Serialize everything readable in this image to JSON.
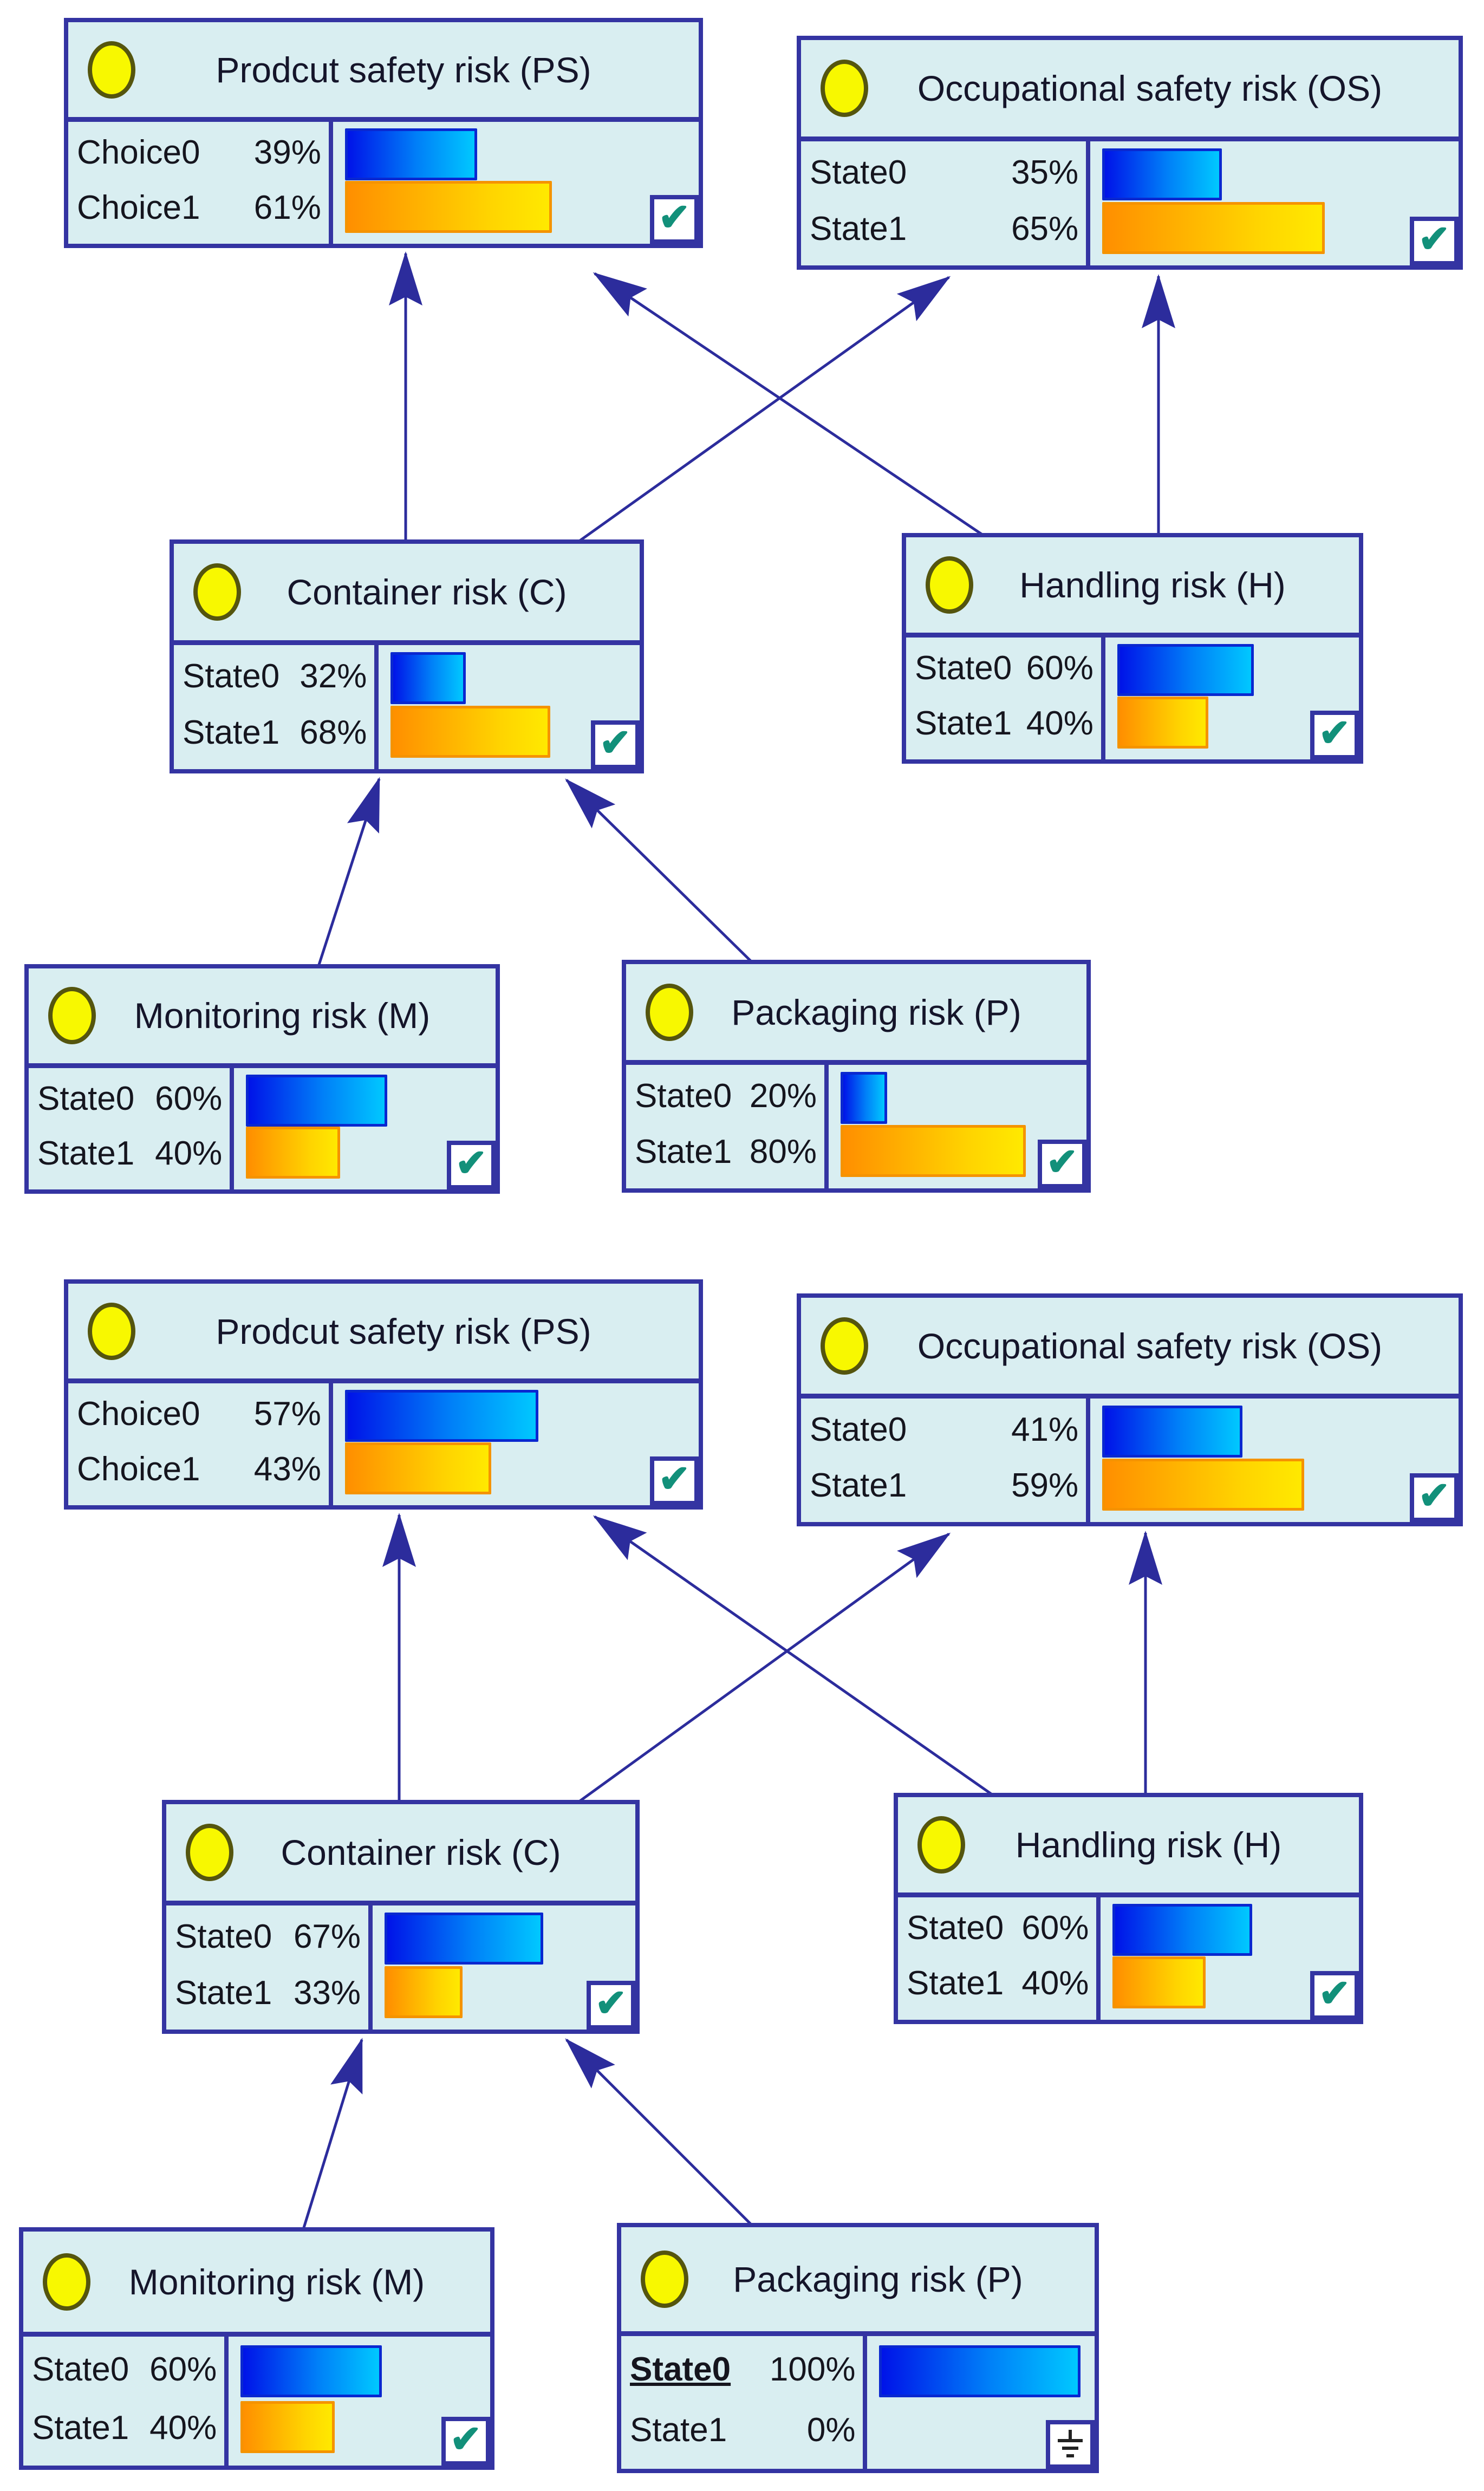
{
  "diagram_type": "bayesian-network",
  "colors": {
    "node_fill": "#d9eef1",
    "node_border": "#3434a2",
    "arrow": "#2c2c9c",
    "circle_icon": "#f8f800",
    "bar_blue_start": "#0013e8",
    "bar_blue_end": "#00c8ff",
    "bar_orange_start": "#ff8f00",
    "bar_orange_end": "#ffe900",
    "check": "#12907a"
  },
  "icons": {
    "node_circle": "yellow-ellipse",
    "confirmed": "teal-check ✔",
    "evidence": "ground-symbol"
  },
  "edges": [
    {
      "from": "C",
      "to": "PS"
    },
    {
      "from": "C",
      "to": "OS"
    },
    {
      "from": "H",
      "to": "PS"
    },
    {
      "from": "H",
      "to": "OS"
    },
    {
      "from": "M",
      "to": "C"
    },
    {
      "from": "P",
      "to": "C"
    }
  ],
  "networks": [
    {
      "name": "network-prior",
      "nodes": [
        {
          "id": "PS",
          "title": "Prodcut safety risk (PS)",
          "corner": "check",
          "rows": [
            {
              "label": "Choice0",
              "pct": "39%",
              "value": 39
            },
            {
              "label": "Choice1",
              "pct": "61%",
              "value": 61
            }
          ]
        },
        {
          "id": "OS",
          "title": "Occupational safety risk (OS)",
          "corner": "check",
          "rows": [
            {
              "label": "State0",
              "pct": "35%",
              "value": 35
            },
            {
              "label": "State1",
              "pct": "65%",
              "value": 65
            }
          ]
        },
        {
          "id": "C",
          "title": "Container risk (C)",
          "corner": "check",
          "rows": [
            {
              "label": "State0",
              "pct": "32%",
              "value": 32
            },
            {
              "label": "State1",
              "pct": "68%",
              "value": 68
            }
          ]
        },
        {
          "id": "H",
          "title": "Handling risk (H)",
          "corner": "check",
          "rows": [
            {
              "label": "State0",
              "pct": "60%",
              "value": 60
            },
            {
              "label": "State1",
              "pct": "40%",
              "value": 40
            }
          ]
        },
        {
          "id": "M",
          "title": "Monitoring risk (M)",
          "corner": "check",
          "rows": [
            {
              "label": "State0",
              "pct": "60%",
              "value": 60
            },
            {
              "label": "State1",
              "pct": "40%",
              "value": 40
            }
          ]
        },
        {
          "id": "P",
          "title": "Packaging risk (P)",
          "corner": "check",
          "rows": [
            {
              "label": "State0",
              "pct": "20%",
              "value": 20
            },
            {
              "label": "State1",
              "pct": "80%",
              "value": 80
            }
          ]
        }
      ]
    },
    {
      "name": "network-with-evidence",
      "nodes": [
        {
          "id": "PS",
          "title": "Prodcut safety risk (PS)",
          "corner": "check",
          "rows": [
            {
              "label": "Choice0",
              "pct": "57%",
              "value": 57
            },
            {
              "label": "Choice1",
              "pct": "43%",
              "value": 43
            }
          ]
        },
        {
          "id": "OS",
          "title": "Occupational safety risk (OS)",
          "corner": "check",
          "rows": [
            {
              "label": "State0",
              "pct": "41%",
              "value": 41
            },
            {
              "label": "State1",
              "pct": "59%",
              "value": 59
            }
          ]
        },
        {
          "id": "C",
          "title": "Container risk (C)",
          "corner": "check",
          "rows": [
            {
              "label": "State0",
              "pct": "67%",
              "value": 67
            },
            {
              "label": "State1",
              "pct": "33%",
              "value": 33
            }
          ]
        },
        {
          "id": "H",
          "title": "Handling risk (H)",
          "corner": "check",
          "rows": [
            {
              "label": "State0",
              "pct": "60%",
              "value": 60
            },
            {
              "label": "State1",
              "pct": "40%",
              "value": 40
            }
          ]
        },
        {
          "id": "M",
          "title": "Monitoring risk (M)",
          "corner": "check",
          "rows": [
            {
              "label": "State0",
              "pct": "60%",
              "value": 60
            },
            {
              "label": "State1",
              "pct": "40%",
              "value": 40
            }
          ]
        },
        {
          "id": "P",
          "title": "Packaging risk (P)",
          "corner": "evidence",
          "rows": [
            {
              "label": "State0",
              "pct": "100%",
              "value": 100,
              "evidence": true
            },
            {
              "label": "State1",
              "pct": "0%",
              "value": 0
            }
          ]
        }
      ]
    }
  ]
}
